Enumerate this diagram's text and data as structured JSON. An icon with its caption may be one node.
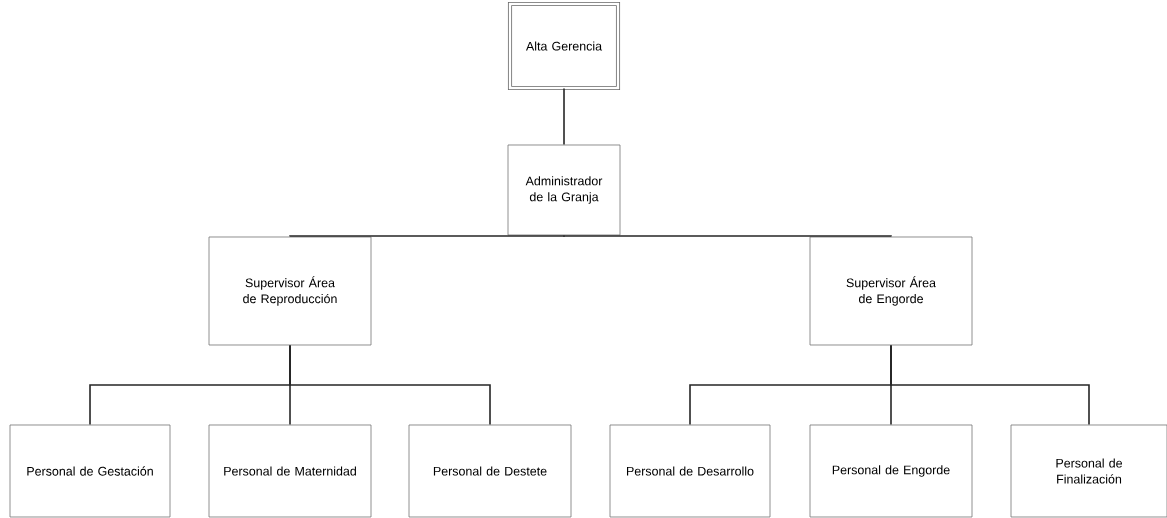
{
  "diagram": {
    "nodes": [
      {
        "text": [
          "Alta Gerencia"
        ]
      },
      {
        "text": [
          "Administrador de la Granja"
        ]
      },
      {
        "text": [
          "Supervisor Área de Reproducción"
        ]
      },
      {
        "text": [
          "Supervisor Área de Engorde"
        ]
      },
      {
        "text": [
          "Personal de Gestación"
        ]
      },
      {
        "text": [
          "Personal de Maternidad"
        ]
      },
      {
        "text": [
          "Personal de Destete"
        ]
      },
      {
        "text": [
          "Personal de Desarrollo"
        ]
      },
      {
        "text": [
          "Personal de Engorde"
        ]
      },
      {
        "text": [
          "Personal de Finalización"
        ]
      }
    ],
    "edges": [
      {
        "from": 0,
        "to": 1,
        "arrow": "none"
      },
      {
        "from": 1,
        "to": 2,
        "arrow": "none"
      },
      {
        "from": 1,
        "to": 3,
        "arrow": "none"
      },
      {
        "from": 2,
        "to": 4,
        "arrow": "none"
      },
      {
        "from": 2,
        "to": 5,
        "arrow": "none"
      },
      {
        "from": 2,
        "to": 6,
        "arrow": "none"
      },
      {
        "from": 3,
        "to": 7,
        "arrow": "none"
      },
      {
        "from": 3,
        "to": 8,
        "arrow": "none"
      },
      {
        "from": 3,
        "to": 9,
        "arrow": "none"
      }
    ]
  }
}
